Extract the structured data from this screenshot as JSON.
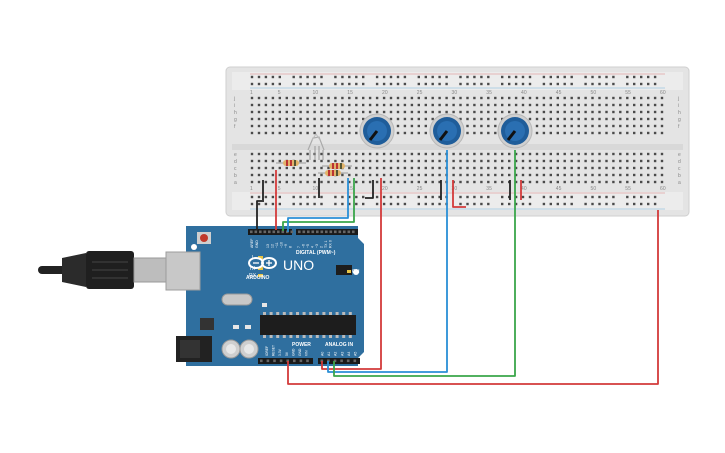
{
  "board": {
    "brand": "ARDUINO",
    "model": "UNO",
    "digital_header": "DIGITAL (PWM~)",
    "power_header": "POWER",
    "analog_header": "ANALOG IN",
    "label_l": "L",
    "label_tx": "TX",
    "label_rx": "RX",
    "label_on": "ON",
    "label_aref": "AREF",
    "label_gnd": "GND",
    "digital_pins": [
      "13",
      "12",
      "~11",
      "~10",
      "~9",
      "8",
      "7",
      "~6",
      "~5",
      "4",
      "~3",
      "2",
      "TX 1",
      "RX 0"
    ],
    "power_pins": [
      "IOREF",
      "RESET",
      "3.3V",
      "5V",
      "GND",
      "GND",
      "VIN"
    ],
    "analog_pins": [
      "A0",
      "A1",
      "A2",
      "A3",
      "A4",
      "A5"
    ]
  },
  "breadboard": {
    "row_letters_top": [
      "j",
      "i",
      "h",
      "g",
      "f"
    ],
    "row_letters_bottom": [
      "e",
      "d",
      "c",
      "b",
      "a"
    ],
    "column_numbers": [
      "1",
      "5",
      "10",
      "15",
      "20",
      "25",
      "30",
      "35",
      "40",
      "45",
      "50",
      "55",
      "60"
    ]
  },
  "components": {
    "potentiometers": [
      {
        "name": "potentiometer-1"
      },
      {
        "name": "potentiometer-2"
      },
      {
        "name": "potentiometer-3"
      }
    ],
    "resistor_count": 3,
    "led": "RGB LED"
  },
  "colors": {
    "board": "#2f6f9f",
    "breadboard": "#e6e6e6",
    "wire_red": "#d33a3a",
    "wire_blue": "#2a8fd6",
    "wire_green": "#3aa64a",
    "wire_black": "#222222",
    "pot_knob": "#1f5d9a"
  }
}
